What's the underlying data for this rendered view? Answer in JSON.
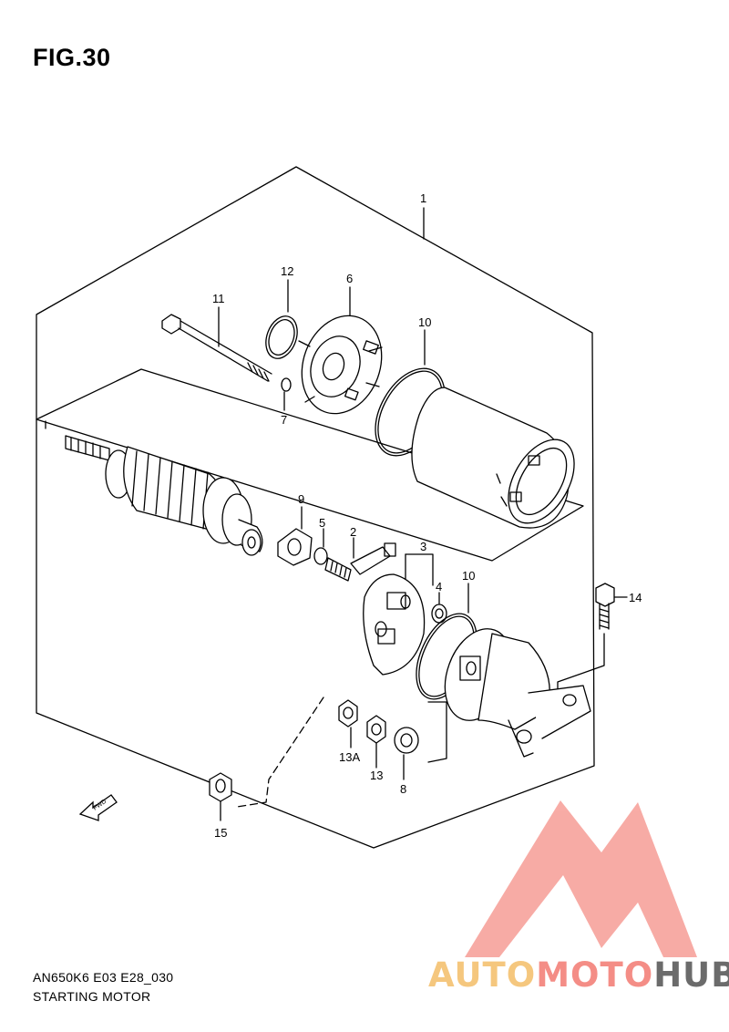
{
  "figure": {
    "title": "FIG.30"
  },
  "callouts": {
    "c1": "1",
    "c2": "2",
    "c3": "3",
    "c4": "4",
    "c5": "5",
    "c6": "6",
    "c7": "7",
    "c8": "8",
    "c9": "9",
    "c10a": "10",
    "c10b": "10",
    "c11": "11",
    "c12": "12",
    "c13": "13",
    "c13a": "13A",
    "c14": "14",
    "c15": "15"
  },
  "direction_marker": {
    "label": "FWD"
  },
  "footer": {
    "code": "AN650K6 E03 E28_030",
    "subtitle": "STARTING MOTOR"
  },
  "watermark": {
    "part1": "AUTO",
    "part2": "MOTO",
    "part3": "HUB",
    "colors": {
      "auto": "#f5c77e",
      "moto": "#f48d86",
      "hub": "#6b6b6b",
      "triangle": "#f7a39c"
    }
  }
}
